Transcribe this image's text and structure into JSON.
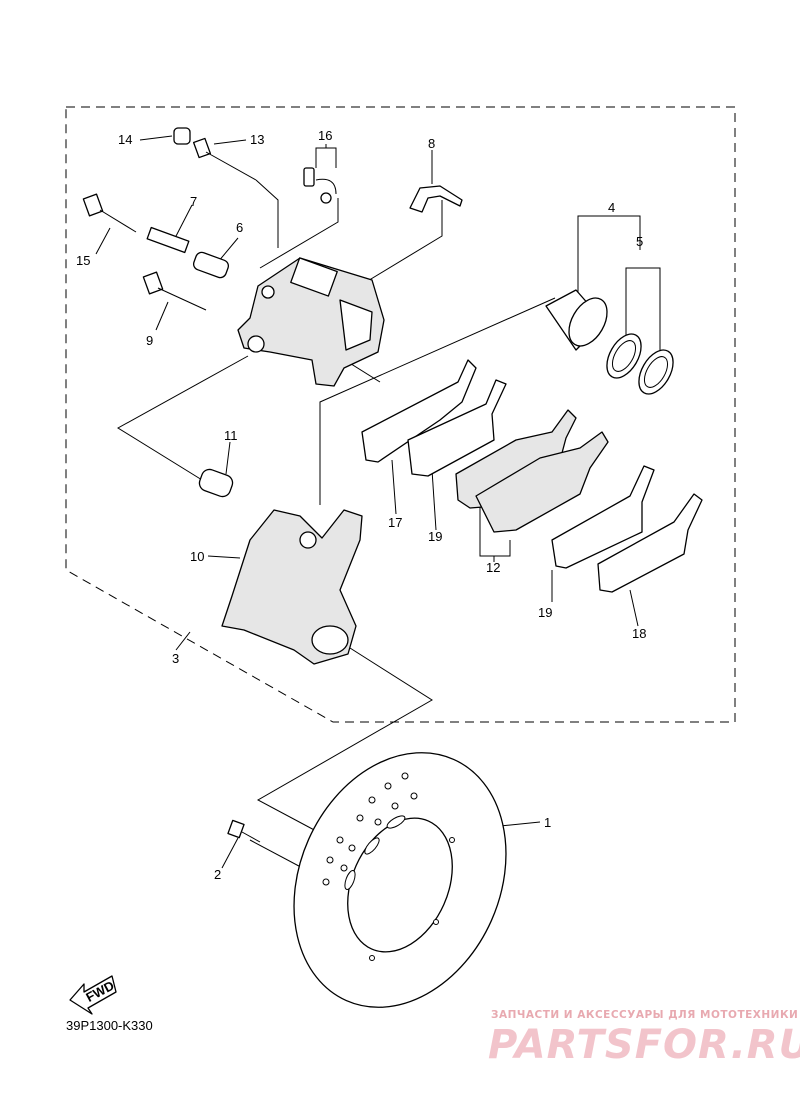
{
  "diagram": {
    "part_labels": [
      "1",
      "2",
      "3",
      "4",
      "5",
      "6",
      "7",
      "8",
      "9",
      "10",
      "11",
      "12",
      "13",
      "14",
      "15",
      "16",
      "17",
      "18",
      "19",
      "19"
    ],
    "fwd_label": "FWD",
    "diagram_code": "39P1300-K330"
  },
  "watermark": {
    "tagline": "ЗАПЧАСТИ И АКСЕССУАРЫ ДЛЯ МОТОТЕХНИКИ",
    "logo": "PARTSFOR.RU",
    "color": "#e8a9b0"
  }
}
